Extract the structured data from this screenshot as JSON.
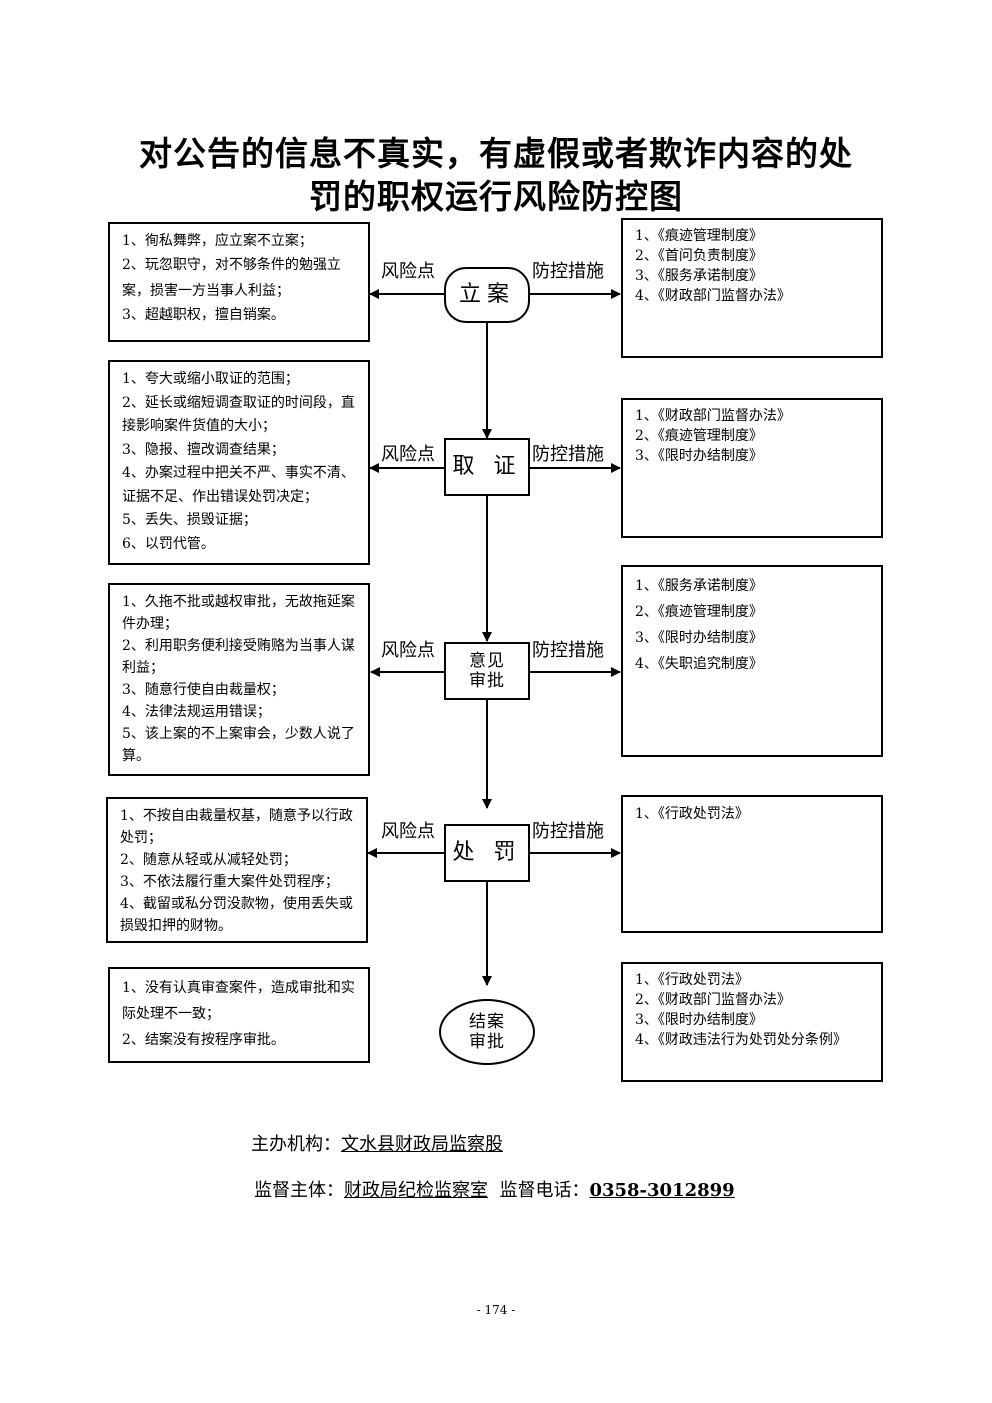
{
  "title": {
    "line1": "对公告的信息不真实，有虚假或者欺诈内容的处",
    "line2": "罚的职权运行风险防控图"
  },
  "labels": {
    "risk": "风险点",
    "measures": "防控措施"
  },
  "steps": [
    {
      "name": "立案",
      "risks": [
        "1、徇私舞弊，应立案不立案；",
        "2、玩忽职守，对不够条件的勉强立案，损害一方当事人利益；",
        "3、超越职权，擅自销案。"
      ],
      "measures": [
        "1、《痕迹管理制度》",
        "2、《首问负责制度》",
        "3、《服务承诺制度》",
        "4、《财政部门监督办法》"
      ]
    },
    {
      "name": "取 证",
      "risks": [
        "1、夸大或缩小取证的范围；",
        "2、延长或缩短调查取证的时间段，直接影响案件货值的大小；",
        "3、隐报、擅改调查结果；",
        "4、办案过程中把关不严、事实不清、证据不足、作出错误处罚决定；",
        "5、丢失、损毁证据；",
        "6、以罚代管。"
      ],
      "measures": [
        "1、《财政部门监督办法》",
        "2、《痕迹管理制度》",
        "3、《限时办结制度》"
      ]
    },
    {
      "name_line1": "意见",
      "name_line2": "审批",
      "risks": [
        "1、久拖不批或越权审批，无故拖延案件办理；",
        "2、利用职务便利接受贿赂为当事人谋利益；",
        "3、随意行使自由裁量权；",
        "4、法律法规运用错误；",
        "5、该上案的不上案审会，少数人说了算。"
      ],
      "measures": [
        "1、《服务承诺制度》",
        "2、《痕迹管理制度》",
        "3、《限时办结制度》",
        "4、《失职追究制度》"
      ]
    },
    {
      "name": "处 罚",
      "risks": [
        "1、不按自由裁量权基，随意予以行政处罚；",
        "2、随意从轻或从减轻处罚；",
        "3、不依法履行重大案件处罚程序；",
        "4、截留或私分罚没款物，使用丢失或损毁扣押的财物。"
      ],
      "measures": [
        "1、《行政处罚法》"
      ]
    },
    {
      "name_line1": "结案",
      "name_line2": "审批",
      "risks": [
        "1、没有认真审查案件，造成审批和实际处理不一致；",
        "2、结案没有按程序审批。"
      ],
      "measures": [
        "1、《行政处罚法》",
        "2、《财政部门监督办法》",
        "3、《限时办结制度》",
        "4、《财政违法行为处罚处分条例》"
      ]
    }
  ],
  "footer": {
    "org_label": "主办机构：",
    "org": "文水县财政局监察股",
    "supervisor_label": "监督主体：",
    "supervisor": "财政局纪检监察室",
    "phone_label": "监督电话：",
    "phone": "0358-3012899"
  },
  "page_number": "- 174 -"
}
